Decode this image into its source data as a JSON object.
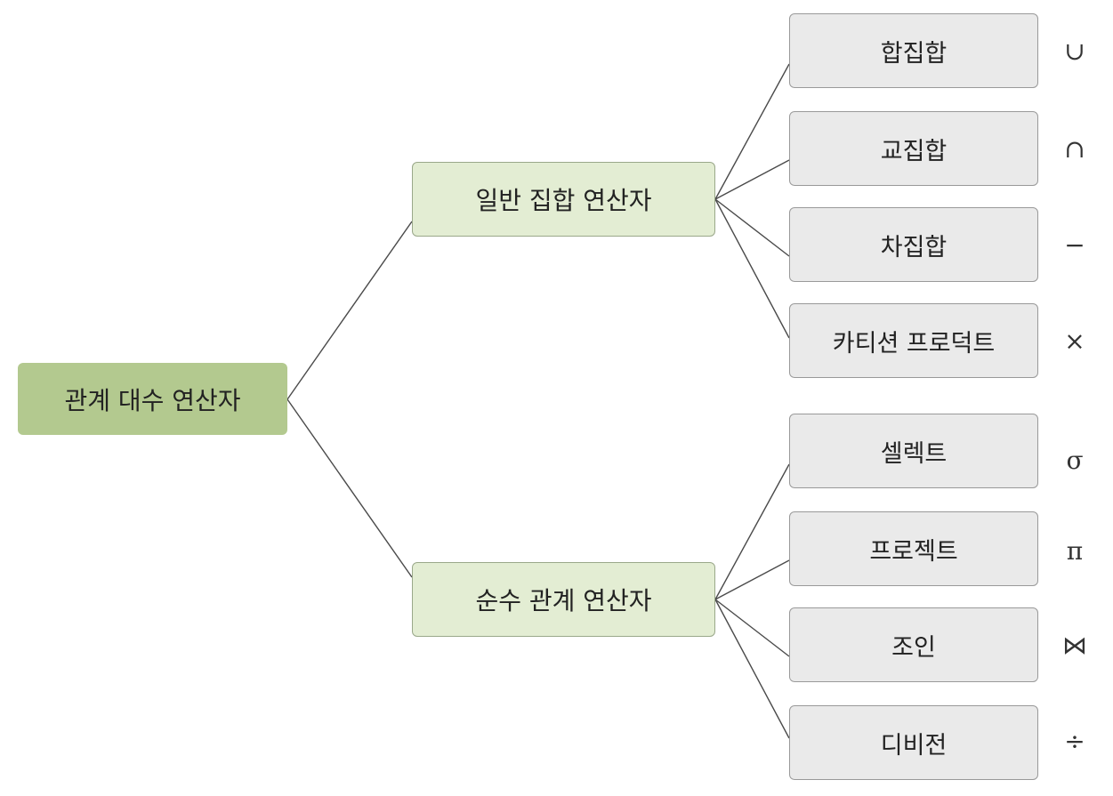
{
  "root": {
    "label": "관계 대수 연산자"
  },
  "groups": [
    {
      "label": "일반 집합 연산자",
      "items": [
        {
          "label": "합집합",
          "symbol": "∪"
        },
        {
          "label": "교집합",
          "symbol": "∩"
        },
        {
          "label": "차집합",
          "symbol": "−"
        },
        {
          "label": "카티션 프로덕트",
          "symbol": "×"
        }
      ]
    },
    {
      "label": "순수 관계 연산자",
      "items": [
        {
          "label": "셀렉트",
          "symbol": "σ"
        },
        {
          "label": "프로젝트",
          "symbol": "π"
        },
        {
          "label": "조인",
          "symbol": "⋈"
        },
        {
          "label": "디비전",
          "symbol": "÷"
        }
      ]
    }
  ],
  "colors": {
    "root_fill": "#b3c98f",
    "group_fill": "#e3edd3",
    "leaf_fill": "#eaeaea",
    "line": "#4a4a4a"
  }
}
